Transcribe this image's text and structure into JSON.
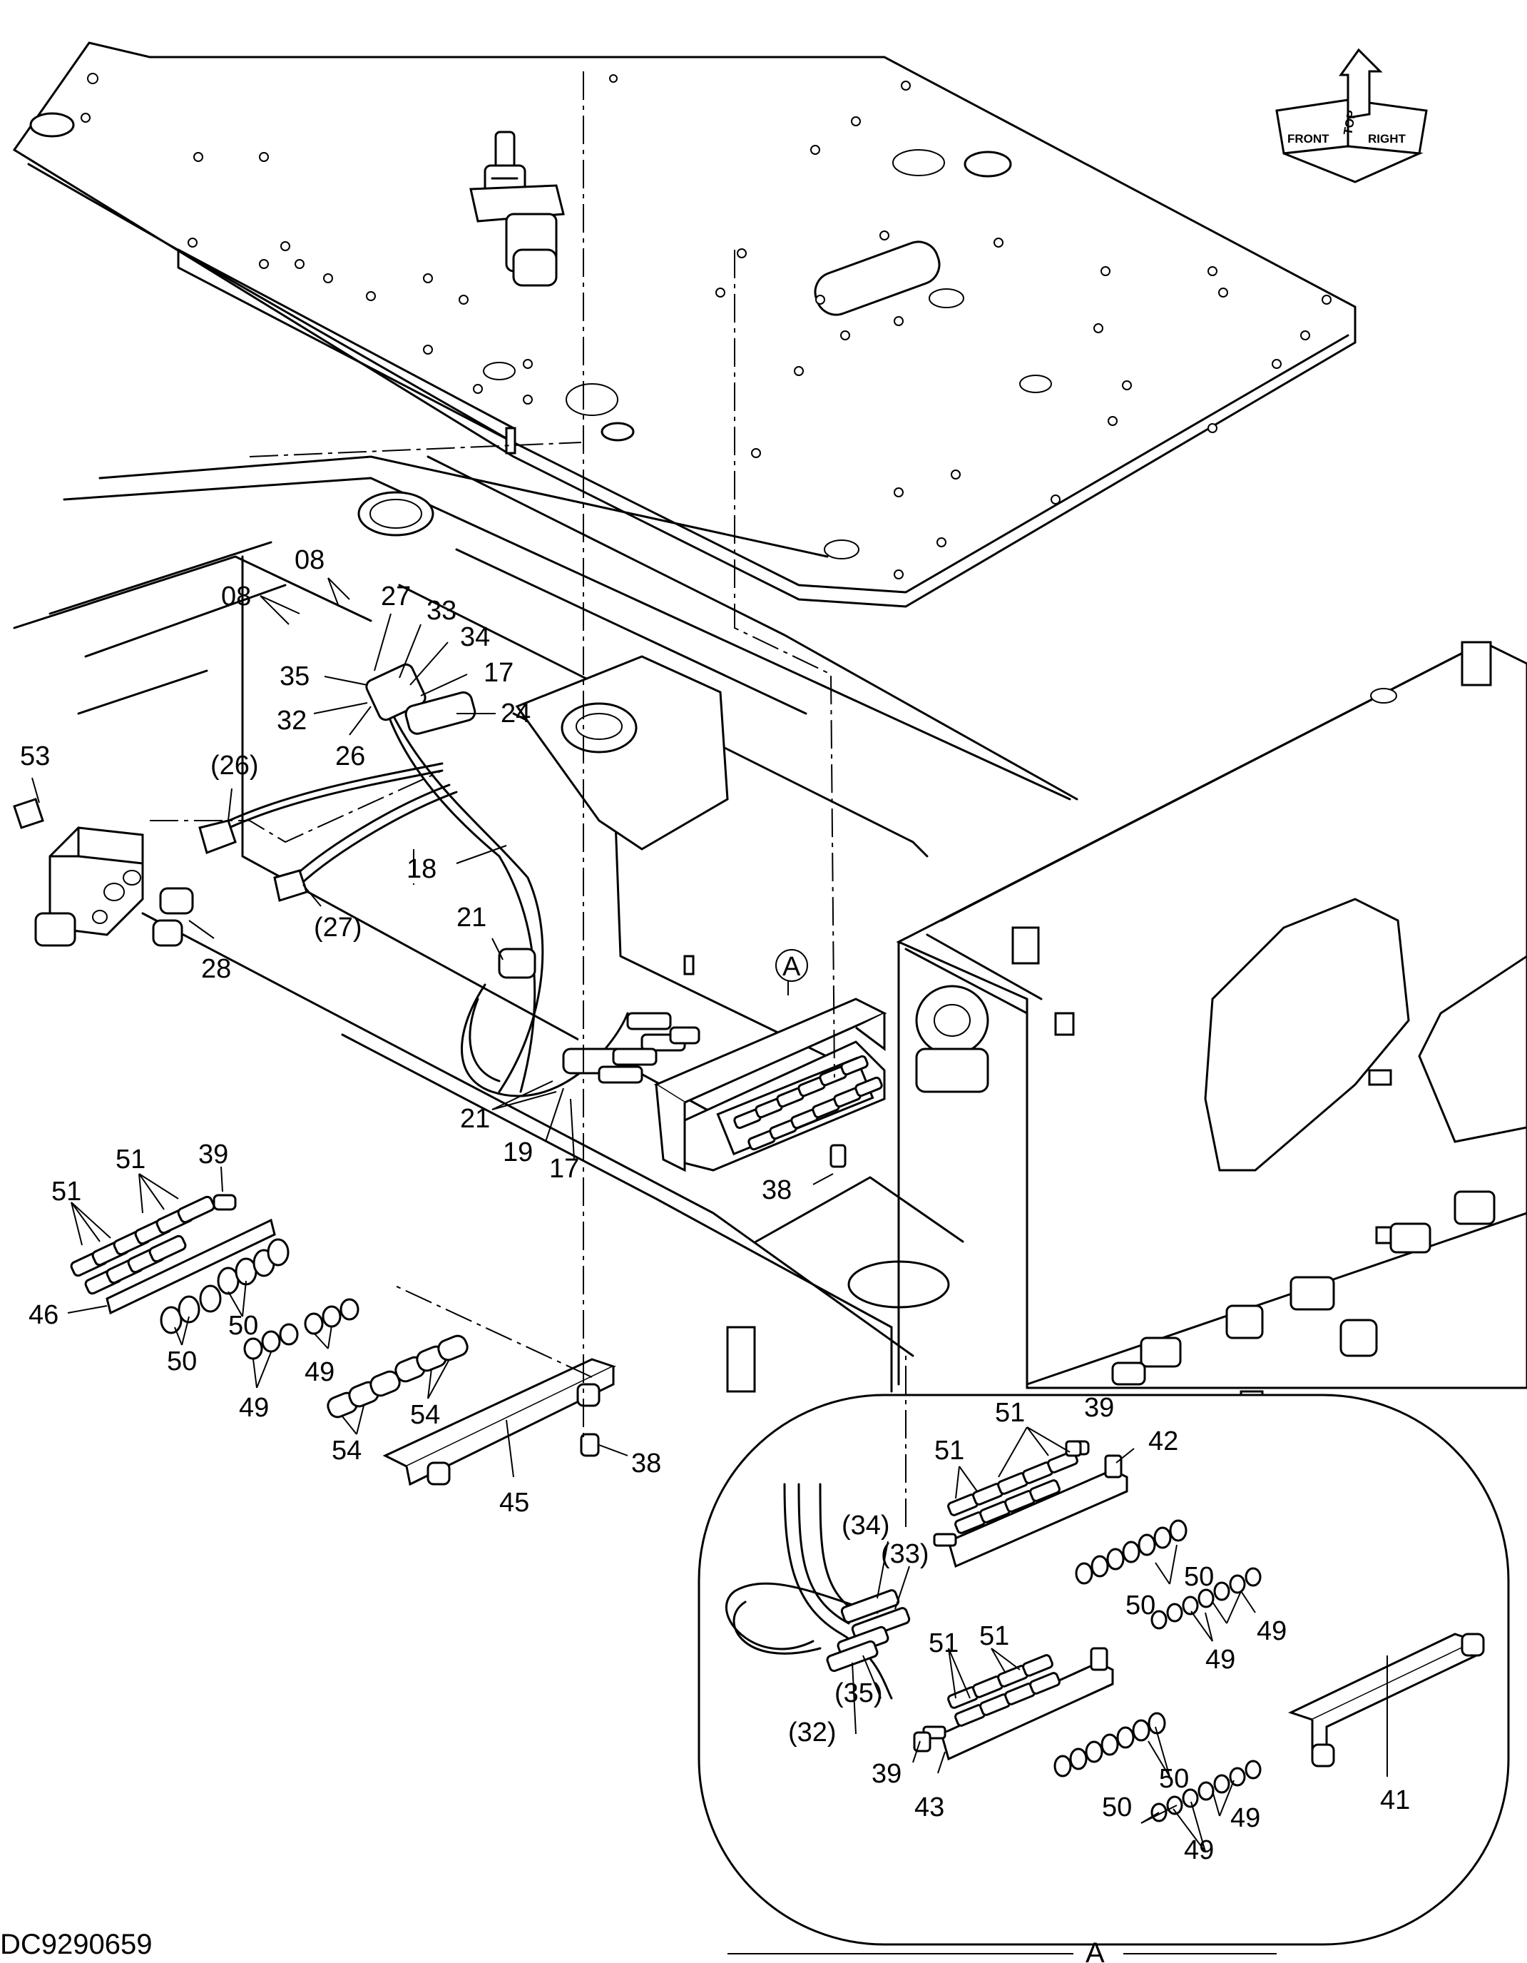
{
  "drawing_code": "DC9290659",
  "detail_letter": "A",
  "orientation_badge": {
    "front": "FRONT",
    "top": "TOP",
    "right": "RIGHT"
  },
  "callouts": [
    {
      "id": "c08a",
      "text": "08"
    },
    {
      "id": "c08b",
      "text": "08"
    },
    {
      "id": "c27",
      "text": "27"
    },
    {
      "id": "c33",
      "text": "33"
    },
    {
      "id": "c34",
      "text": "34"
    },
    {
      "id": "c35",
      "text": "35"
    },
    {
      "id": "c17a",
      "text": "17"
    },
    {
      "id": "c32",
      "text": "32"
    },
    {
      "id": "c26",
      "text": "26"
    },
    {
      "id": "c24",
      "text": "24"
    },
    {
      "id": "c53",
      "text": "53"
    },
    {
      "id": "c26p",
      "text": "(26)"
    },
    {
      "id": "c18",
      "text": "18"
    },
    {
      "id": "c27p",
      "text": "(27)"
    },
    {
      "id": "c21a",
      "text": "21"
    },
    {
      "id": "c28",
      "text": "28"
    },
    {
      "id": "cA",
      "text": "A"
    },
    {
      "id": "c21b",
      "text": "21"
    },
    {
      "id": "c19",
      "text": "19"
    },
    {
      "id": "c17b",
      "text": "17"
    },
    {
      "id": "c38a",
      "text": "38"
    },
    {
      "id": "c51a",
      "text": "51"
    },
    {
      "id": "c39a",
      "text": "39"
    },
    {
      "id": "c51b",
      "text": "51"
    },
    {
      "id": "c46",
      "text": "46"
    },
    {
      "id": "c50a",
      "text": "50"
    },
    {
      "id": "c50b",
      "text": "50"
    },
    {
      "id": "c49a",
      "text": "49"
    },
    {
      "id": "c49b",
      "text": "49"
    },
    {
      "id": "c54a",
      "text": "54"
    },
    {
      "id": "c54b",
      "text": "54"
    },
    {
      "id": "c38b",
      "text": "38"
    },
    {
      "id": "c45",
      "text": "45"
    },
    {
      "id": "c51c",
      "text": "51"
    },
    {
      "id": "c39b",
      "text": "39"
    },
    {
      "id": "c42",
      "text": "42"
    },
    {
      "id": "c51d",
      "text": "51"
    },
    {
      "id": "c34p",
      "text": "(34)"
    },
    {
      "id": "c33p",
      "text": "(33)"
    },
    {
      "id": "c50c",
      "text": "50"
    },
    {
      "id": "c50d",
      "text": "50"
    },
    {
      "id": "c49c",
      "text": "49"
    },
    {
      "id": "c49d",
      "text": "49"
    },
    {
      "id": "c51e",
      "text": "51"
    },
    {
      "id": "c51f",
      "text": "51"
    },
    {
      "id": "c35p",
      "text": "(35)"
    },
    {
      "id": "c32p",
      "text": "(32)"
    },
    {
      "id": "c39c",
      "text": "39"
    },
    {
      "id": "c43",
      "text": "43"
    },
    {
      "id": "c50e",
      "text": "50"
    },
    {
      "id": "c50f",
      "text": "50"
    },
    {
      "id": "c49e",
      "text": "49"
    },
    {
      "id": "c49f",
      "text": "49"
    },
    {
      "id": "c41",
      "text": "41"
    }
  ]
}
